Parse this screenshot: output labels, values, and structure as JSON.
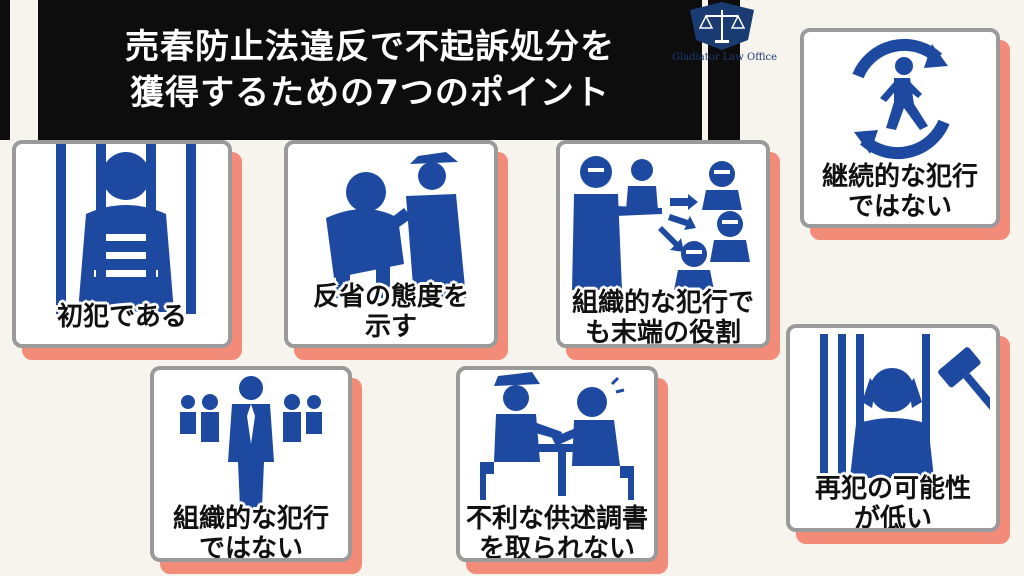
{
  "title": {
    "line1": "売春防止法違反で不起訴処分を",
    "line2": "獲得するための7つのポイント"
  },
  "logo": {
    "text": "Gladiator Law Office",
    "icon": "scales-of-justice-icon"
  },
  "colors": {
    "pictogram": "#1d4aa0",
    "shadow": "#f28b78",
    "border": "#9a9a9a",
    "title_bg": "#0d0d0d"
  },
  "cards": [
    {
      "id": "first-offense",
      "icon": "prisoner-behind-bars-icon",
      "lines": [
        "初犯である"
      ]
    },
    {
      "id": "remorse",
      "icon": "police-consoling-person-icon",
      "lines": [
        "反省の態度を",
        "示す"
      ]
    },
    {
      "id": "minor-role",
      "icon": "organization-hierarchy-icon",
      "lines": [
        "組織的な犯行で",
        "も末端の役割"
      ]
    },
    {
      "id": "not-continuous",
      "icon": "walking-person-cycle-icon",
      "lines": [
        "継続的な犯行",
        "ではない"
      ]
    },
    {
      "id": "not-organized",
      "icon": "group-of-people-icon",
      "lines": [
        "組織的な犯行",
        "ではない"
      ]
    },
    {
      "id": "no-statement",
      "icon": "police-interrogation-icon",
      "lines": [
        "不利な供述調書",
        "を取られない"
      ]
    },
    {
      "id": "low-recidivism",
      "icon": "gavel-over-prisoner-icon",
      "lines": [
        "再犯の可能性",
        "が低い"
      ]
    }
  ]
}
